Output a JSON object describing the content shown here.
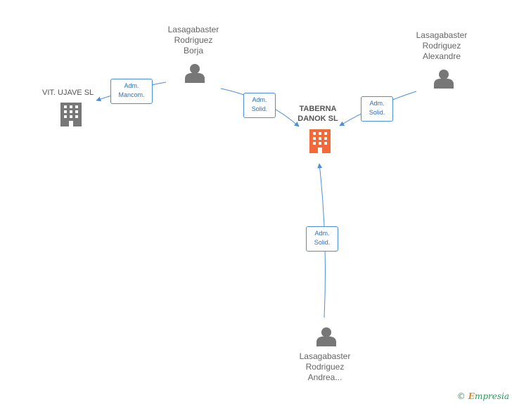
{
  "nodes": {
    "person_borja": {
      "lines": [
        "Lasagabaster",
        "Rodriguez",
        "Borja"
      ]
    },
    "person_alexandre": {
      "lines": [
        "Lasagabaster",
        "Rodriguez",
        "Alexandre"
      ]
    },
    "person_andrea": {
      "lines": [
        "Lasagabaster",
        "Rodriguez",
        "Andrea..."
      ]
    },
    "company_vit": {
      "name": "VIT. UJAVE SL"
    },
    "company_taberna": {
      "lines": [
        "TABERNA",
        "DANOK SL"
      ]
    }
  },
  "edges": [
    {
      "lines": [
        "Adm.",
        "Mancom."
      ]
    },
    {
      "lines": [
        "Adm.",
        "Solid."
      ]
    },
    {
      "lines": [
        "Adm.",
        "Solid."
      ]
    },
    {
      "lines": [
        "Adm.",
        "Solid."
      ]
    }
  ],
  "colors": {
    "edge": "#4a8fd8",
    "person_icon": "#777777",
    "company_icon": "#777777",
    "main_company_icon": "#f26a3a"
  },
  "footer": {
    "copyright": "©",
    "brand_first": "E",
    "brand_rest": "mpresia"
  }
}
